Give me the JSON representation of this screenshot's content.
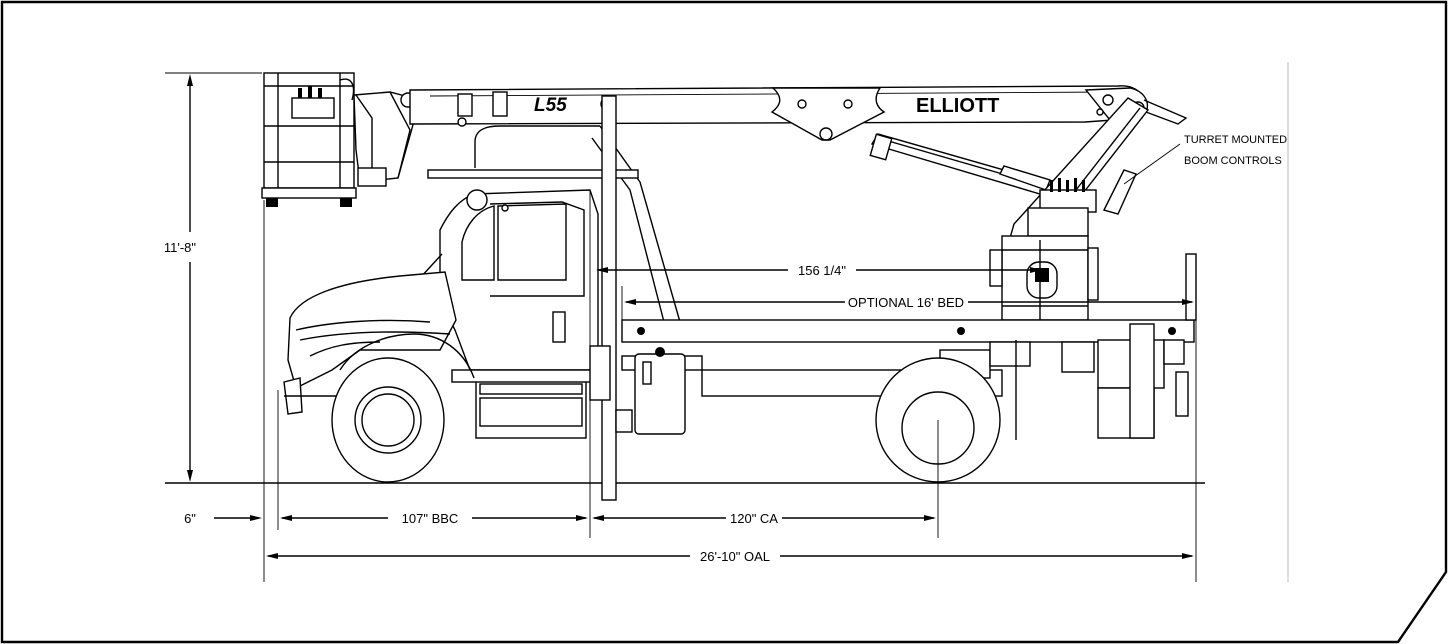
{
  "diagram": {
    "model_label": "L55",
    "brand_label": "ELLIOTT",
    "callouts": {
      "turret_line1": "TURRET MOUNTED",
      "turret_line2": "BOOM CONTROLS"
    },
    "dimensions": {
      "height": "11'-8\"",
      "front_overhang": "6\"",
      "bbc": "107\" BBC",
      "ca": "120\" CA",
      "oal": "26'-10\" OAL",
      "boom_length": "156 1/4\"",
      "bed": "OPTIONAL 16' BED"
    }
  }
}
